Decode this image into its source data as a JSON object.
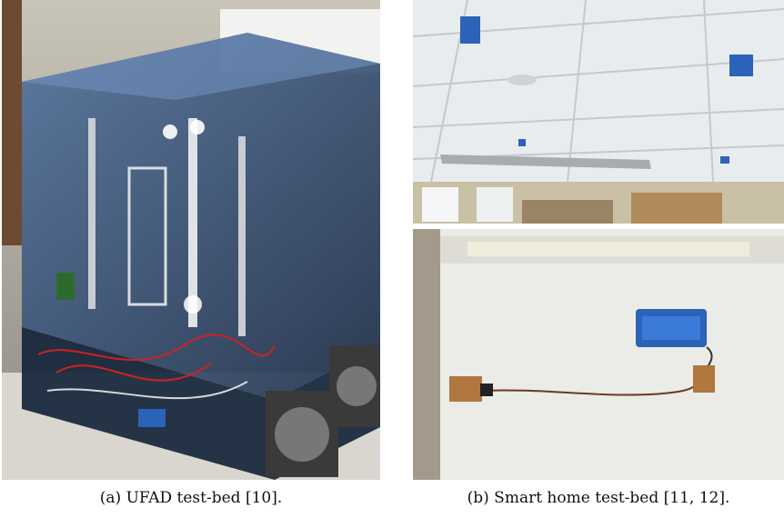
{
  "figure": {
    "subfigures": [
      {
        "label": "(a)",
        "caption_text": "UFAD test-bed [10].",
        "image_description_icon": "ufad-testbed-photo"
      },
      {
        "label": "(b)",
        "caption_text": "Smart home test-bed [11, 12].",
        "image_description_icon": "smart-home-testbed-photo"
      }
    ]
  },
  "colors": {
    "acrylic_blue": "#3b5f8f",
    "sensor_blue": "#2a63b8",
    "ceiling_white": "#e8ecef",
    "wall_white": "#e4e4e0"
  }
}
